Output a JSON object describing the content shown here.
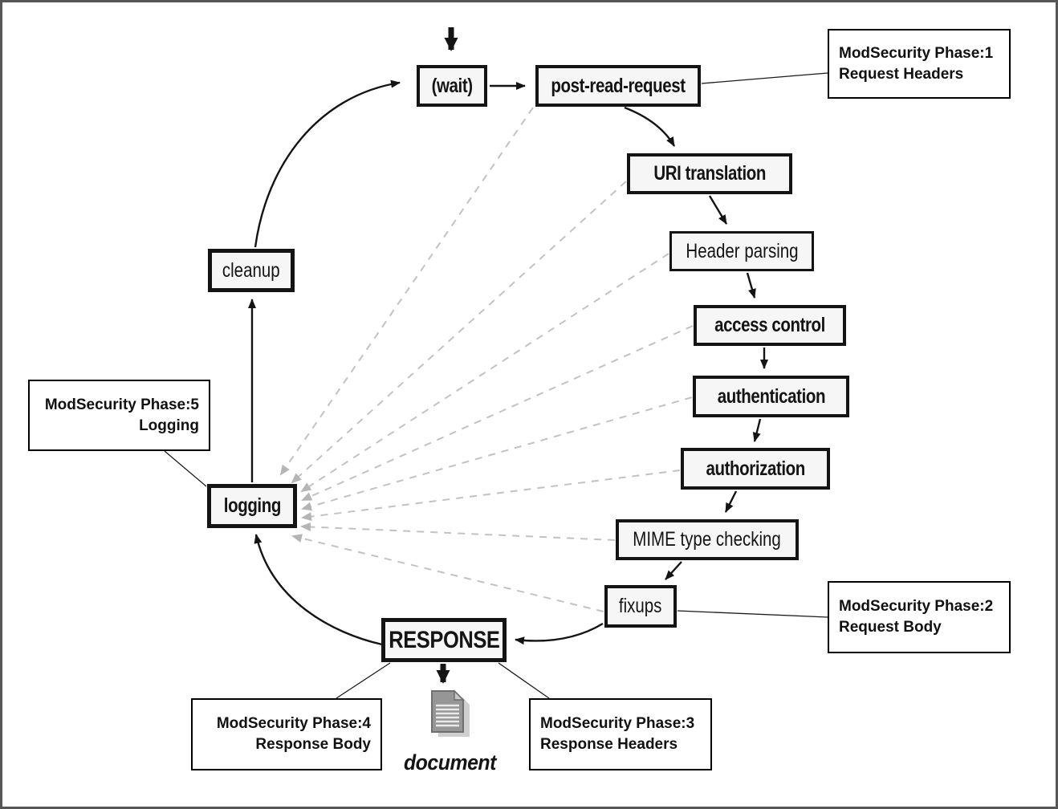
{
  "diagram": {
    "description": "Apache request processing cycle with ModSecurity phases",
    "nodes": {
      "wait": "(wait)",
      "post_read_request": "post-read-request",
      "uri_translation": "URI translation",
      "header_parsing": "Header parsing",
      "access_control": "access control",
      "authentication": "authentication",
      "authorization": "authorization",
      "mime_type_checking": "MIME type checking",
      "fixups": "fixups",
      "response": "RESPONSE",
      "logging": "logging",
      "cleanup": "cleanup",
      "document_label": "document"
    },
    "annotations": {
      "phase1": {
        "title": "ModSecurity Phase:1",
        "subtitle": "Request Headers"
      },
      "phase2": {
        "title": "ModSecurity Phase:2",
        "subtitle": "Request Body"
      },
      "phase3": {
        "title": "ModSecurity Phase:3",
        "subtitle": "Response Headers"
      },
      "phase4": {
        "title": "ModSecurity Phase:4",
        "subtitle": "Response Body"
      },
      "phase5": {
        "title": "ModSecurity Phase:5",
        "subtitle": "Logging"
      }
    },
    "colors": {
      "node_fill": "#f6f6f6",
      "node_border": "#141414",
      "solid_connector": "#141414",
      "dashed_connector": "#c2c2c2",
      "dashed_arrowhead": "#b5b5b5",
      "frame_border": "#565656",
      "document_icon_gray": "#969696"
    }
  }
}
